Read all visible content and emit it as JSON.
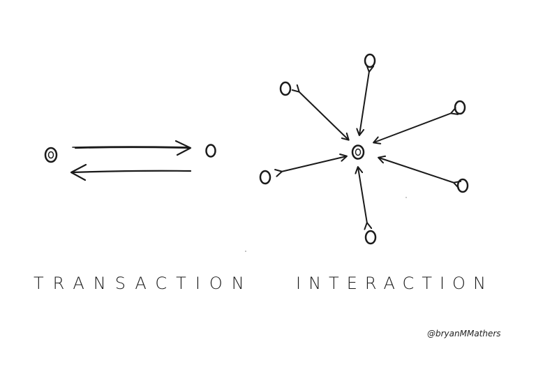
{
  "labels": {
    "left": "TRANSACTION",
    "right": "INTERACTION"
  },
  "signature": "@bryanMMathers",
  "colors": {
    "ink": "#1a1a1a",
    "background": "#ffffff"
  }
}
